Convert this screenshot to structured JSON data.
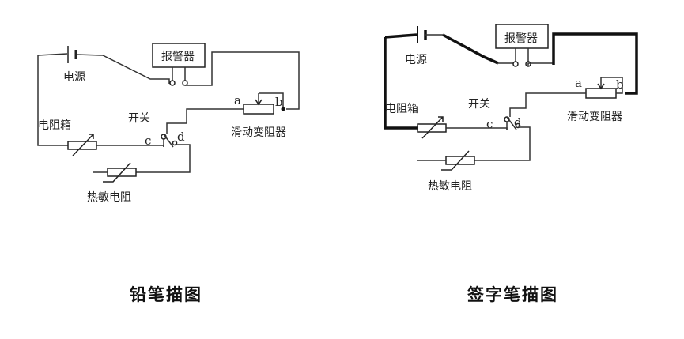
{
  "left_diagram": {
    "battery_label": "电源",
    "alarm_label": "报警器",
    "rheostat_label": "滑动变阻器",
    "rheostat_terminal_a": "a",
    "rheostat_terminal_b": "b",
    "switch_label": "开关",
    "switch_terminal_c": "c",
    "switch_terminal_d": "d",
    "resistance_box_label": "电阻箱",
    "thermistor_label": "热敏电阻",
    "caption": "铅笔描图"
  },
  "right_diagram": {
    "battery_label": "电源",
    "alarm_label": "报警器",
    "rheostat_label": "滑动变阻器",
    "rheostat_terminal_a": "a",
    "rheostat_terminal_b": "b",
    "switch_label": "开关",
    "switch_terminal_c": "c",
    "switch_terminal_d": "d",
    "resistance_box_label": "电阻箱",
    "thermistor_label": "热敏电阻",
    "caption": "签字笔描图"
  }
}
